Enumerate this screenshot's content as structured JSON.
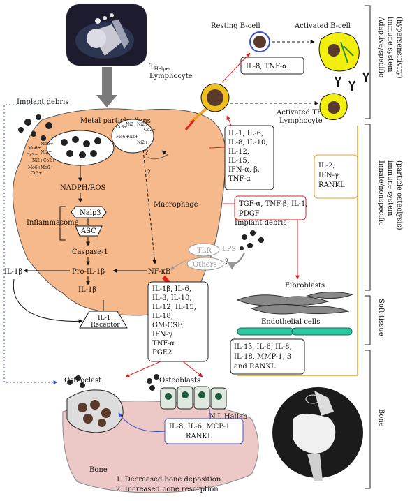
{
  "labels": {
    "implant_debris_top": "Implant debris",
    "metal_particles": "Metal particles/ions",
    "ion_left": [
      "Mo6+",
      "Mo6+",
      "Cr3+",
      "Ni2+",
      "Ni2+",
      "Co2+",
      "Mo6+",
      "Mo6+",
      "Cr3+"
    ],
    "ion_right": [
      "Cr3+",
      "Ni2+",
      "Ni2+",
      "Co2+",
      "Mo6+",
      "Ni2+",
      "Ni2+"
    ],
    "q1": "?",
    "q2": "?",
    "q3": "?",
    "nadph": "NADPH/ROS",
    "nalp3": "Nalp3",
    "asc": "ASC",
    "inflammasome": "Inflammasome",
    "caspase": "Caspase-1",
    "pro_il1b": "Pro-IL-1β",
    "il1b_inner": "IL-1β",
    "il1b_outer": "IL-1β",
    "nfkb": "NF-κB",
    "macrophage": "Macrophage",
    "il1_receptor_1": "IL-1",
    "il1_receptor_2": "Receptor",
    "tlr": "TLR",
    "others": "Others",
    "lps": "LPS",
    "implant_debris_mid": "Implant debris",
    "resting_b": "Resting B-cell",
    "activated_b": "Activated B-cell",
    "thelper_1": "T",
    "thelper_sub": "Helper",
    "thelper_2": "Lymphocyte",
    "activated_th_1": "Activated TH",
    "activated_th_2": "Lymphocyte",
    "fibroblasts": "Fibroblasts",
    "endothelial": "Endothelial cells",
    "osteoclast": "Osteoclast",
    "osteoblasts": "Osteoblasts",
    "author": "N.J. Hallab",
    "bone": "Bone",
    "bone_effect_1": "1. Decreased bone deposition",
    "bone_effect_2": "2. Increased bone resorption"
  },
  "boxes": {
    "b_il8_tnf": [
      "IL-8, TNF-α"
    ],
    "b_th_cytokines": [
      "IL-1, IL-6,",
      "IL-8, IL-10,",
      "IL-12,",
      "IL-15,",
      "IFN-α, β,",
      "TNF-α"
    ],
    "b_tgf": [
      "TGF-α, TNF-β, IL-1,",
      "PDGF"
    ],
    "b_il2": [
      "IL-2,",
      "IFN-γ",
      "RANKL"
    ],
    "b_macro_cytokines": [
      "IL-1β, IL-6,",
      "IL-8, IL-10,",
      "IL-12, IL-15,",
      "IL-18,",
      "GM-CSF,",
      "IFN-γ",
      "TNF-α",
      "PGE2"
    ],
    "b_fibro_cytokines": [
      "IL-1β, IL-6, IL-8,",
      "IL-18, MMP-1, 3",
      "and RANKL"
    ],
    "b_osteo_cytokines": [
      "IL-8, IL-6, MCP-1",
      "RANKL"
    ]
  },
  "side_labels": {
    "adaptive": [
      "Adaptive/specific",
      "immune system",
      "(hypersensitivity)"
    ],
    "innate": [
      "Innate/nonspecific",
      "immune system",
      "(particle osteolysis)"
    ],
    "soft_tissue": "Soft tissue",
    "bone": "Bone"
  },
  "colors": {
    "macrophage": "#f6b98b",
    "bone": "#ecc9c6",
    "red_arrow": "#e02020",
    "blue_arrow": "#3a4fd0",
    "orange_box": "#e8a020",
    "bcell_yellow": "#f2ee10",
    "endothelial": "#2dc6a0"
  }
}
